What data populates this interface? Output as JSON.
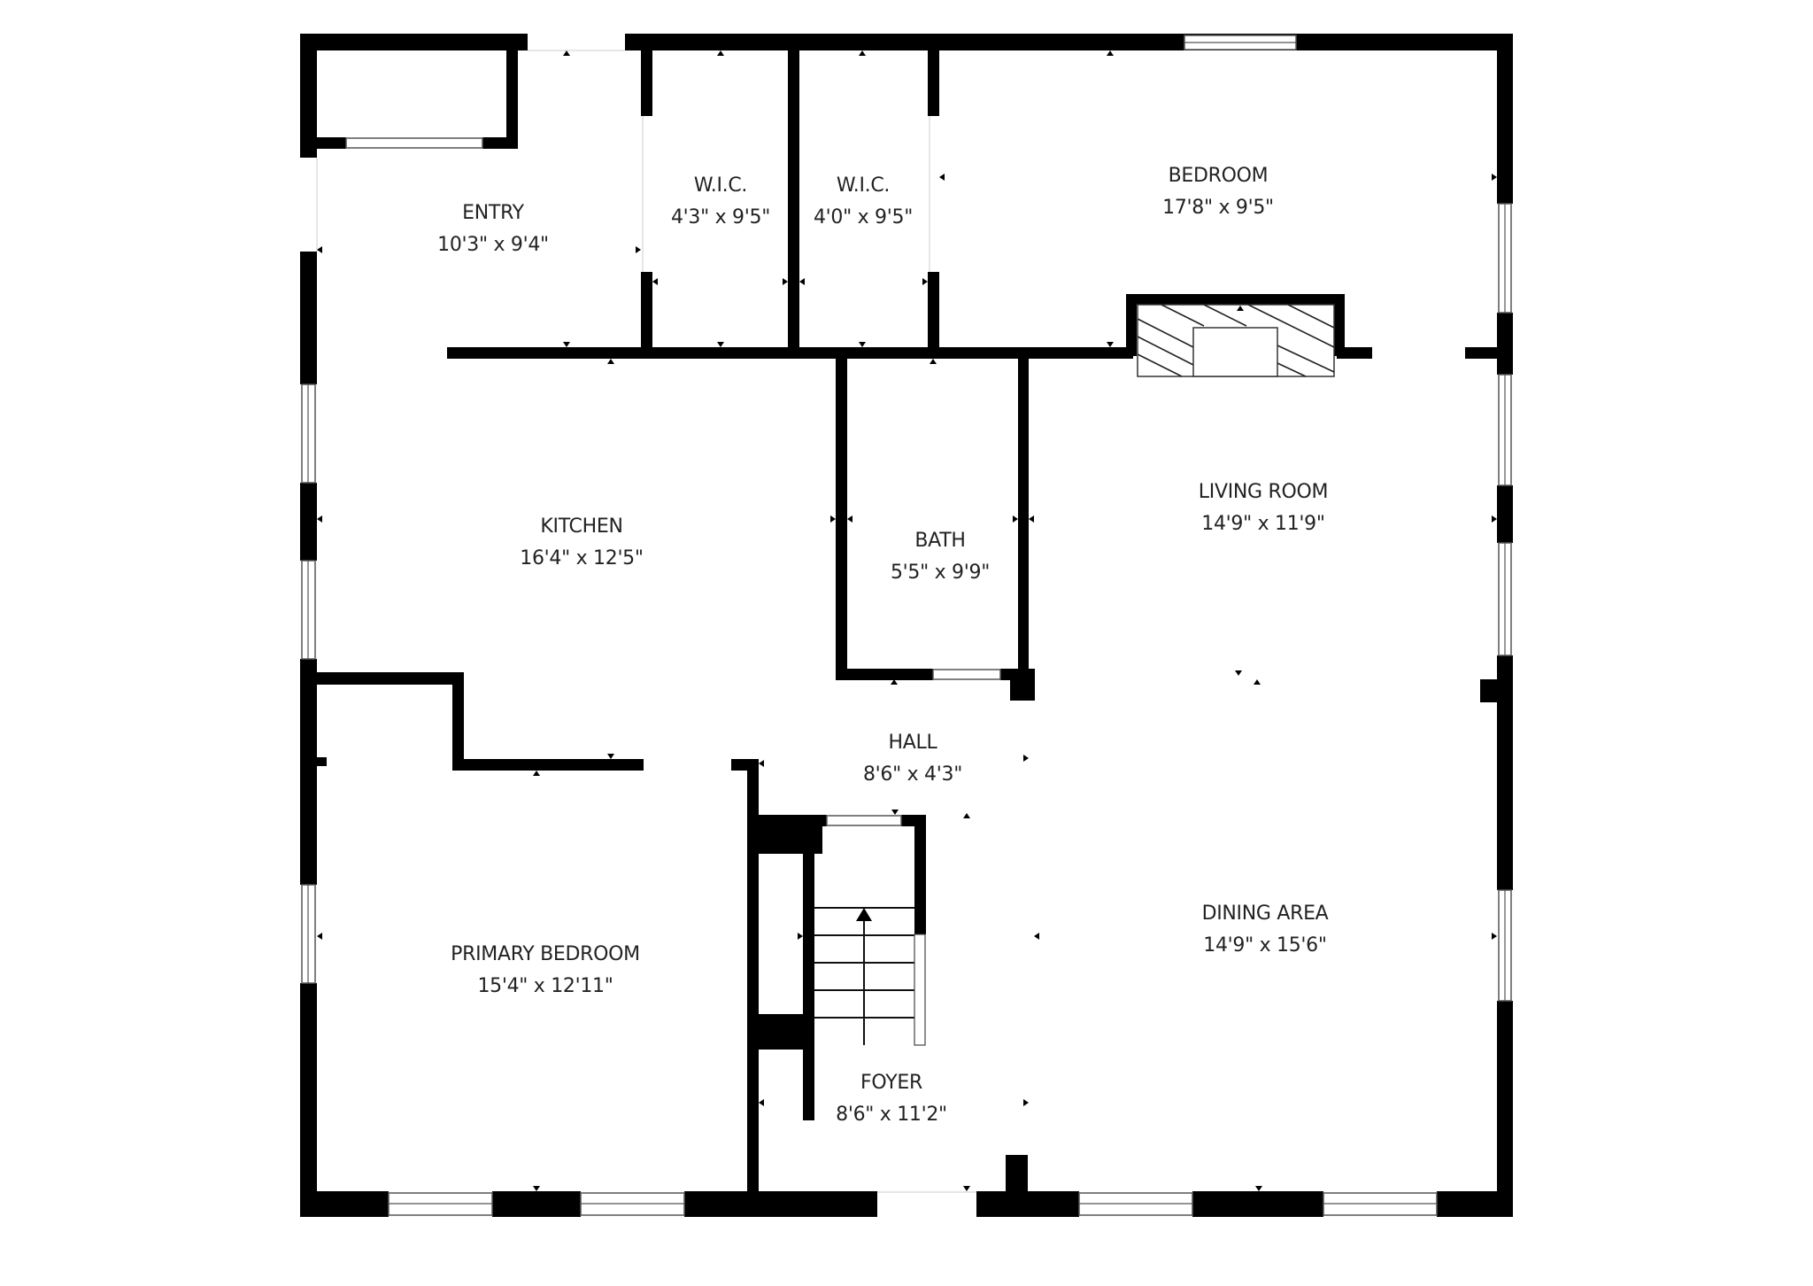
{
  "plan": {
    "wall_color": "#000000",
    "background": "#ffffff",
    "text_color": "#222222"
  },
  "rooms": [
    {
      "name": "ENTRY",
      "dims": "10'3\" x 9'4\""
    },
    {
      "name": "W.I.C.",
      "dims": "4'3\" x 9'5\""
    },
    {
      "name": "W.I.C.",
      "dims": "4'0\" x 9'5\""
    },
    {
      "name": "BEDROOM",
      "dims": "17'8\" x 9'5\""
    },
    {
      "name": "KITCHEN",
      "dims": "16'4\" x 12'5\""
    },
    {
      "name": "BATH",
      "dims": "5'5\" x 9'9\""
    },
    {
      "name": "LIVING ROOM",
      "dims": "14'9\" x 11'9\""
    },
    {
      "name": "HALL",
      "dims": "8'6\" x 4'3\""
    },
    {
      "name": "PRIMARY BEDROOM",
      "dims": "15'4\" x 12'11\""
    },
    {
      "name": "DINING AREA",
      "dims": "14'9\" x 15'6\""
    },
    {
      "name": "FOYER",
      "dims": "8'6\" x 11'2\""
    }
  ],
  "icons": {
    "stair_direction": "arrow-up",
    "fireplace": "hatched-fireplace"
  }
}
